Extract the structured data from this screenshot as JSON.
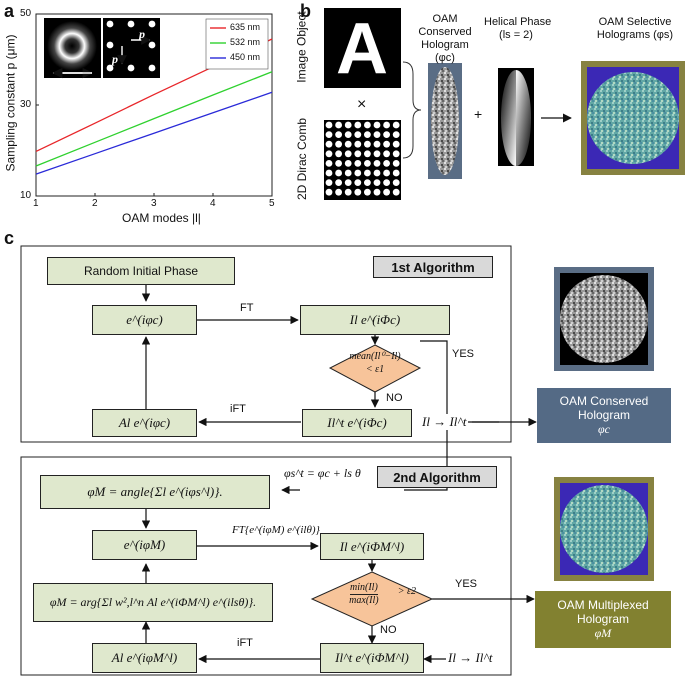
{
  "panels": {
    "a": "a",
    "b": "b",
    "c": "c"
  },
  "panel_a": {
    "ylabel": "Sampling constant p (μm)",
    "xlabel": "OAM modes |l|",
    "inset_p": "p",
    "inset_p1": "p",
    "colors": {
      "635": "#e8262a",
      "532": "#2fd12f",
      "450": "#2a2ad8"
    }
  },
  "chart_data": {
    "type": "line",
    "x": [
      1,
      2,
      3,
      4,
      5
    ],
    "xlim": [
      1,
      5
    ],
    "ylim": [
      10,
      50
    ],
    "xticks": [
      "1",
      "2",
      "3",
      "4",
      "5"
    ],
    "yticks": [
      "10",
      "30",
      "50"
    ],
    "xlabel": "OAM modes |l|",
    "ylabel": "Sampling constant p (μm)",
    "legend_position": "top-right",
    "series": [
      {
        "name": "635 nm",
        "values": [
          19.8,
          26.0,
          32.3,
          38.4,
          44.5
        ]
      },
      {
        "name": "532 nm",
        "values": [
          16.6,
          21.8,
          27.0,
          32.2,
          37.3
        ]
      },
      {
        "name": "450 nm",
        "values": [
          14.8,
          19.3,
          23.8,
          28.3,
          32.8
        ]
      }
    ]
  },
  "panel_b": {
    "image_object": "Image Object",
    "letter": "A",
    "dirac": "2D Dirac Comb",
    "times": "×",
    "plus": "+",
    "oam_conserved": [
      "OAM",
      "Conserved",
      "Hologram (φc)"
    ],
    "helical": [
      "Helical Phase",
      "(ls = 2)"
    ],
    "oam_selective": [
      "OAM Selective",
      "Holograms (φs)"
    ]
  },
  "panel_c": {
    "alg1_title": "1st Algorithm",
    "alg2_title": "2nd Algorithm",
    "random_phase": "Random Initial Phase",
    "b1": "e^(iφc)",
    "b2": "Il e^(iΦc)",
    "b3": "Al e^(iφc)",
    "b4": "Il^t e^(iΦc)",
    "d1": [
      "mean(Il⁰−Il)",
      "< ε1"
    ],
    "ft1": "FT",
    "ift1": "iFT",
    "yes1": "YES",
    "no1": "NO",
    "replace1": "Il → Il^t",
    "out1": [
      "OAM Conserved",
      "Hologram",
      "φc"
    ],
    "phis": "φs^t = φc + ls θ",
    "b5": "φM = angle{Σl e^(iφs^l)}.",
    "b6": "e^(iφM)",
    "b7": "Il e^(iΦM^l)",
    "b8": "φM = arg{Σl w²,l^n Al e^(iΦM^l) e^(ilsθ)}.",
    "b9": "Al e^(iφM^l)",
    "b10": "Il^t e^(iΦM^l)",
    "d2": [
      "min(Il)",
      "max(Il)",
      "> ε2"
    ],
    "ft2": "FT{e^(iφM) e^(ilθ)}",
    "ift2": "iFT",
    "yes2": "YES",
    "no2": "NO",
    "replace2": "Il → Il^t",
    "out2": [
      "OAM Multiplexed",
      "Hologram",
      "φM"
    ],
    "out_colors": {
      "conserved": "#546a85",
      "multiplexed": "#828130"
    }
  }
}
